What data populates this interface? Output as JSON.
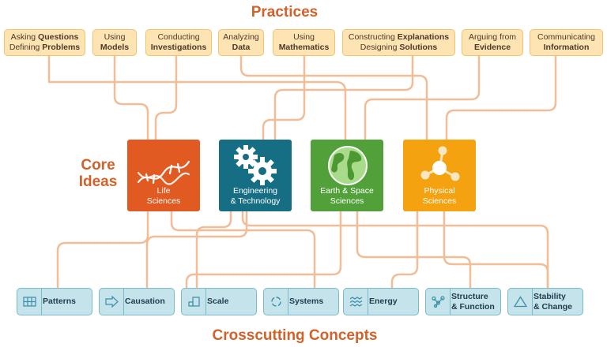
{
  "titles": {
    "practices": "Practices",
    "core_line1": "Core",
    "core_line2": "Ideas",
    "crosscutting": "Crosscutting Concepts"
  },
  "practices": [
    {
      "l1a": "Asking ",
      "l1b": "Questions",
      "l2a": "Defining ",
      "l2b": "Problems"
    },
    {
      "l1a": "Using",
      "l1b": "",
      "l2a": "",
      "l2b": "Models"
    },
    {
      "l1a": "Conducting",
      "l1b": "",
      "l2a": "",
      "l2b": "Investigations"
    },
    {
      "l1a": "Analyzing",
      "l1b": "",
      "l2a": "",
      "l2b": "Data"
    },
    {
      "l1a": "Using",
      "l1b": "",
      "l2a": "",
      "l2b": "Mathematics"
    },
    {
      "l1a": "Constructing ",
      "l1b": "Explanations",
      "l2a": "Designing ",
      "l2b": "Solutions"
    },
    {
      "l1a": "Arguing from",
      "l1b": "",
      "l2a": "",
      "l2b": "Evidence"
    },
    {
      "l1a": "Communicating",
      "l1b": "",
      "l2a": "",
      "l2b": "Information"
    }
  ],
  "core_ideas": [
    {
      "line1": "Life",
      "line2": "Sciences",
      "color": "#e15a22",
      "icon": "dna-icon"
    },
    {
      "line1": "Engineering",
      "line2": "& Technology",
      "color": "#166e85",
      "icon": "gears-icon"
    },
    {
      "line1": "Earth & Space",
      "line2": "Sciences",
      "color": "#52a03a",
      "icon": "globe-icon"
    },
    {
      "line1": "Physical",
      "line2": "Sciences",
      "color": "#f4a20f",
      "icon": "molecule-icon"
    }
  ],
  "concepts": [
    {
      "line1": "Patterns",
      "line2": "",
      "icon": "grid-icon"
    },
    {
      "line1": "Causation",
      "line2": "",
      "icon": "arrow-icon"
    },
    {
      "line1": "Scale",
      "line2": "",
      "icon": "scale-icon"
    },
    {
      "line1": "Systems",
      "line2": "",
      "icon": "cycle-icon"
    },
    {
      "line1": "Energy",
      "line2": "",
      "icon": "waves-icon"
    },
    {
      "line1": "Structure",
      "line2": "& Function",
      "icon": "network-icon"
    },
    {
      "line1": "Stability",
      "line2": "& Change",
      "icon": "triangle-icon"
    }
  ],
  "colors": {
    "connector": "#f1bd97",
    "title": "#d2622a"
  }
}
